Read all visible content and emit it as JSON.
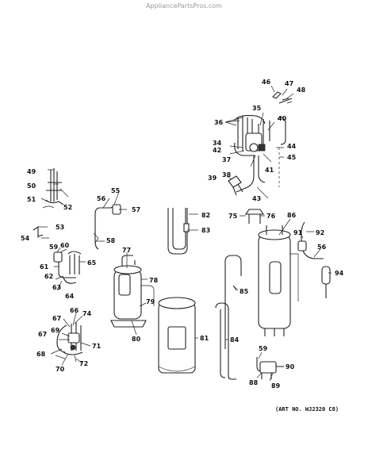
{
  "source_header": "AppliancePartsPros.com",
  "art_number": "(ART NO. WJ2320 C8)",
  "part_labels": {
    "p34": "34",
    "p35": "35",
    "p36": "36",
    "p37": "37",
    "p38": "38",
    "p39": "39",
    "p40": "40",
    "p41": "41",
    "p42": "42",
    "p43": "43",
    "p44": "44",
    "p45": "45",
    "p46": "46",
    "p47": "47",
    "p48": "48",
    "p49": "49",
    "p50": "50",
    "p51": "51",
    "p52": "52",
    "p53": "53",
    "p54": "54",
    "p55": "55",
    "p56a": "56",
    "p56b": "56",
    "p57": "57",
    "p58": "58",
    "p59a": "59",
    "p59b": "59",
    "p60": "60",
    "p61": "61",
    "p62": "62",
    "p63": "63",
    "p64": "64",
    "p65": "65",
    "p66": "66",
    "p67": "67",
    "p68": "68",
    "p69": "69",
    "p70": "70",
    "p71": "71",
    "p72": "72",
    "p74": "74",
    "p75": "75",
    "p76": "76",
    "p77": "77",
    "p78": "78",
    "p79": "79",
    "p80": "80",
    "p81": "81",
    "p82": "82",
    "p83": "83",
    "p84": "84",
    "p85": "85",
    "p86": "86",
    "p88": "88",
    "p89": "89",
    "p90": "90",
    "p91": "91",
    "p92": "92",
    "p94": "94"
  }
}
